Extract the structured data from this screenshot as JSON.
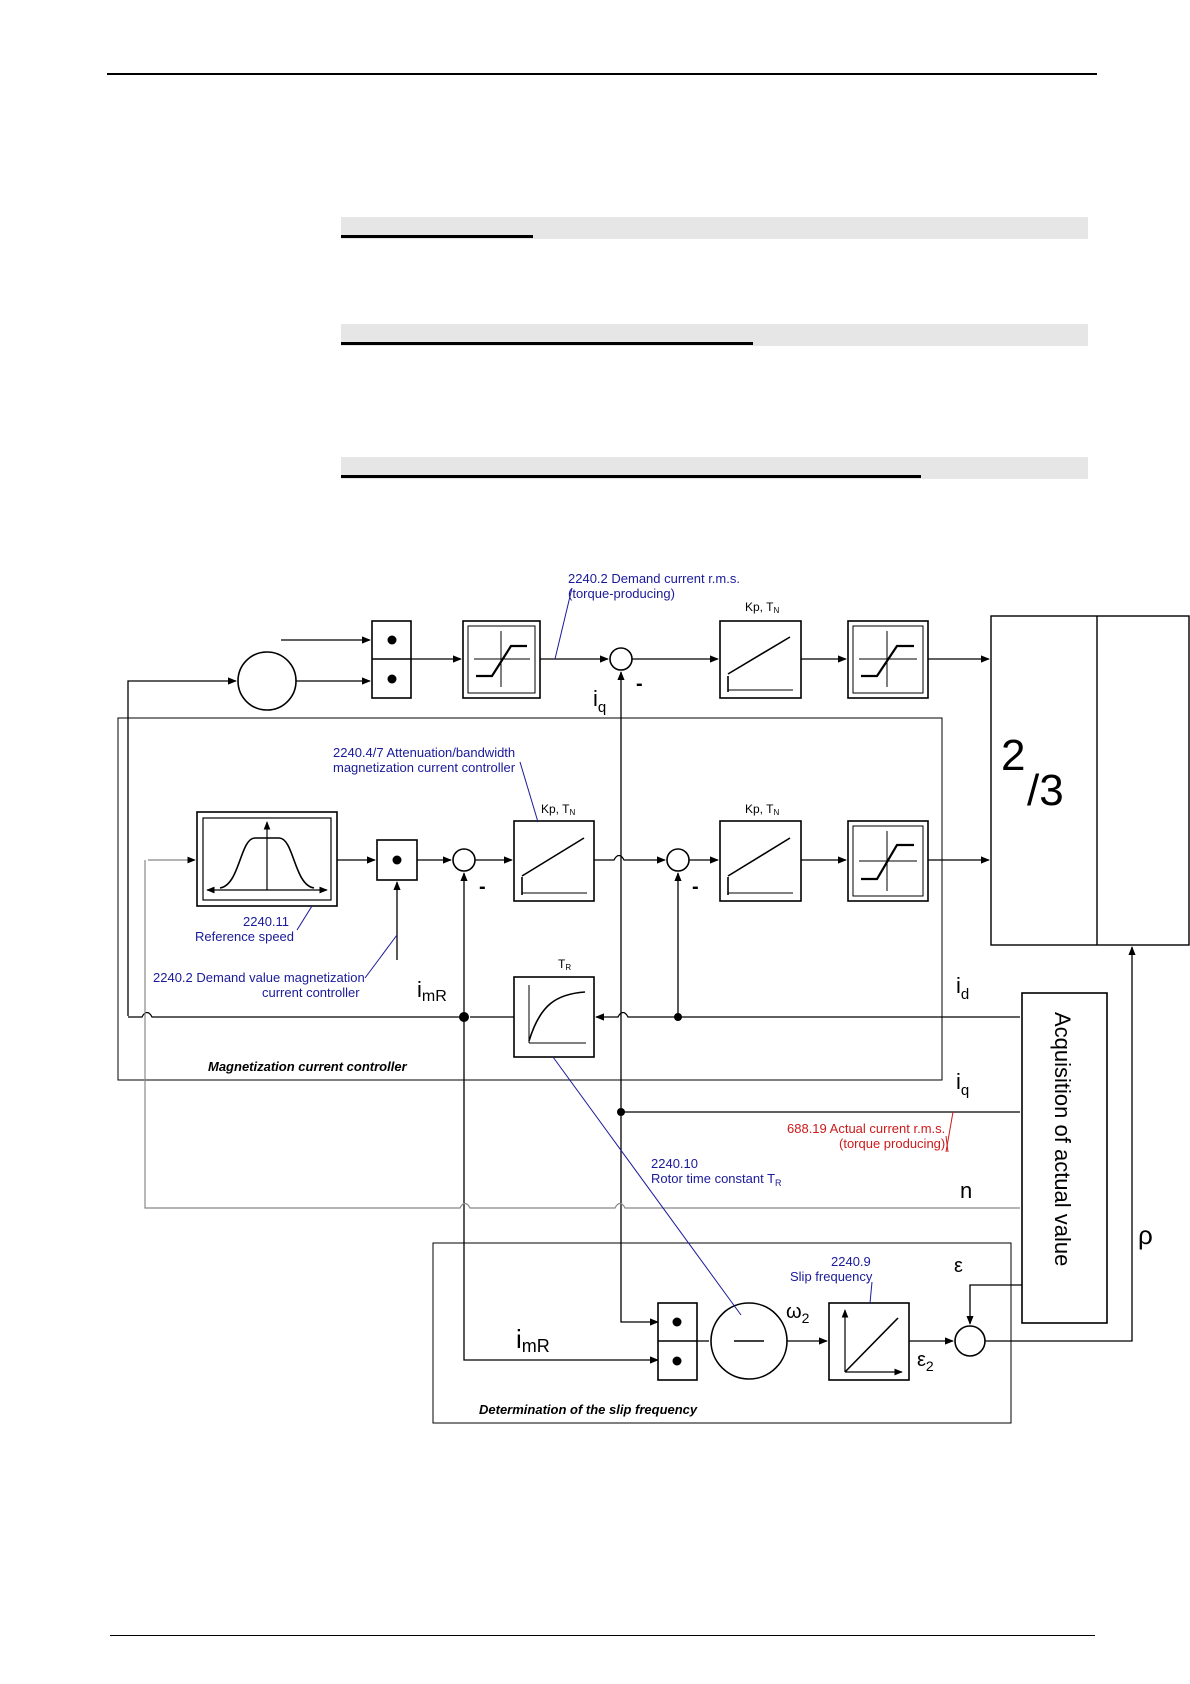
{
  "labels": {
    "demand_current": [
      "2240.2 Demand current r.m.s.",
      "(torque-producing)"
    ],
    "attenuation": [
      "2240.4/7 Attenuation/bandwidth",
      "magnetization current controller"
    ],
    "reference_speed": [
      "2240.11",
      "Reference speed"
    ],
    "demand_magnetization": [
      "2240.2 Demand value magnetization",
      "current controller"
    ],
    "actual_current": [
      "688.19 Actual current r.m.s.",
      "(torque producing)"
    ],
    "rotor_time": [
      "2240.10",
      "Rotor time constant T"
    ],
    "rotor_time_sub": "R",
    "slip_freq": [
      "2240.9",
      "Slip frequency"
    ],
    "magnetization_box": "Magnetization current controller",
    "slip_box": "Determination of the slip frequency",
    "acquisition": "Acquisition of actual value",
    "kp_tn": "Kp, T",
    "kp_sub": "N",
    "tr": "T",
    "tr_sub": "R",
    "minus": "-",
    "iq": "i",
    "iq_sub": "q",
    "id": "i",
    "id_sub": "d",
    "imr": "i",
    "imr_sub": "mR",
    "n": "n",
    "rho": "ρ",
    "epsilon": "ε",
    "omega2": "ω",
    "omega2_sub": "2",
    "eps2": "ε",
    "eps2_sub": "2",
    "ratio_num": "2",
    "ratio_den": "/3"
  },
  "colors": {
    "blue_label": "#1a1a9a",
    "red_label": "#cc1a1a",
    "band": "#e6e6e6"
  }
}
